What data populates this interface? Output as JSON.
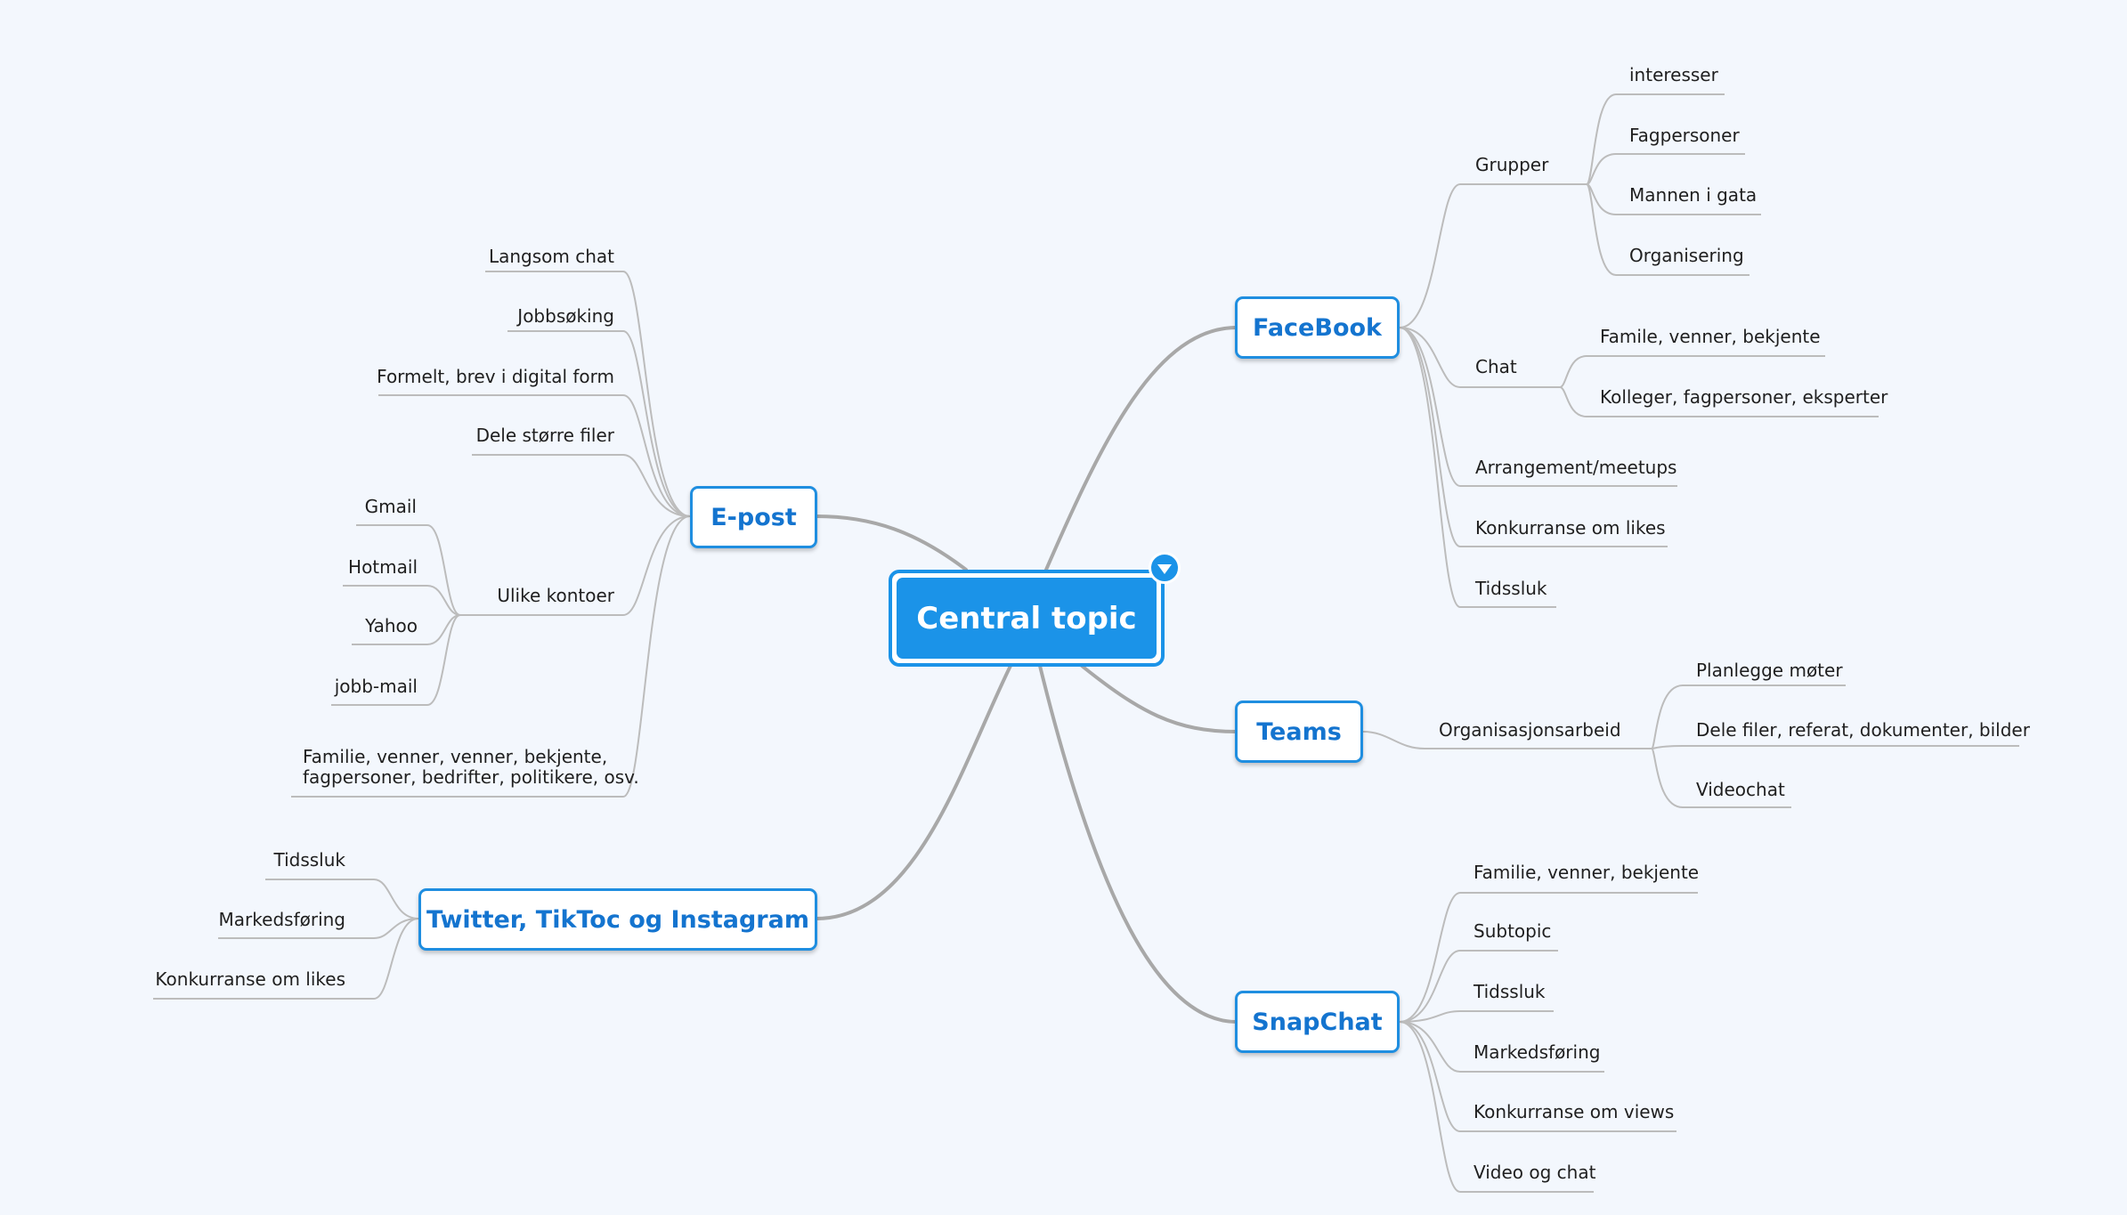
{
  "central": "Central topic",
  "branches": {
    "epost": "E-post",
    "twitter": "Twitter, TikToc og Instagram",
    "facebook": "FaceBook",
    "teams": "Teams",
    "snapchat": "SnapChat"
  },
  "epost_topics": {
    "langsom_chat": "Langsom chat",
    "jobbsoking": "Jobbsøking",
    "formelt": "Formelt, brev i digital form",
    "dele_filer": "Dele større filer",
    "ulike_kontoer": "Ulike kontoer",
    "familie": "Familie, venner, venner, bekjente,",
    "familie_2": "fagpersoner, bedrifter, politikere, osv."
  },
  "kontoer": {
    "gmail": "Gmail",
    "hotmail": "Hotmail",
    "yahoo": "Yahoo",
    "jobbmail": "jobb-mail"
  },
  "twitter_topics": {
    "tidssluk": "Tidssluk",
    "markedsforing": "Markedsføring",
    "konkurranse": "Konkurranse om likes"
  },
  "facebook_topics": {
    "grupper": "Grupper",
    "chat": "Chat",
    "arrangement": "Arrangement/meetups",
    "konkurranse": "Konkurranse om likes",
    "tidssluk": "Tidssluk"
  },
  "grupper": {
    "interesser": "interesser",
    "fagpersoner": "Fagpersoner",
    "mannen": "Mannen i gata",
    "organisering": "Organisering"
  },
  "chat": {
    "familie": "Famile, venner, bekjente",
    "kolleger": "Kolleger, fagpersoner, eksperter"
  },
  "teams_topics": {
    "organisasjon": "Organisasjonsarbeid"
  },
  "organisasjon": {
    "mote": "Planlegge møter",
    "dele": "Dele filer, referat, dokumenter, bilder",
    "video": "Videochat"
  },
  "snapchat_topics": {
    "familie": "Familie, venner, bekjente",
    "subtopic": "Subtopic",
    "tidssluk": "Tidssluk",
    "markedsforing": "Markedsføring",
    "konkurranse": "Konkurranse om views",
    "video": "Video og chat"
  },
  "colors": {
    "accent": "#1b93e8",
    "branch_text": "#1474cf",
    "connector": "#aaaaaa",
    "background": "#f3f7fd"
  }
}
